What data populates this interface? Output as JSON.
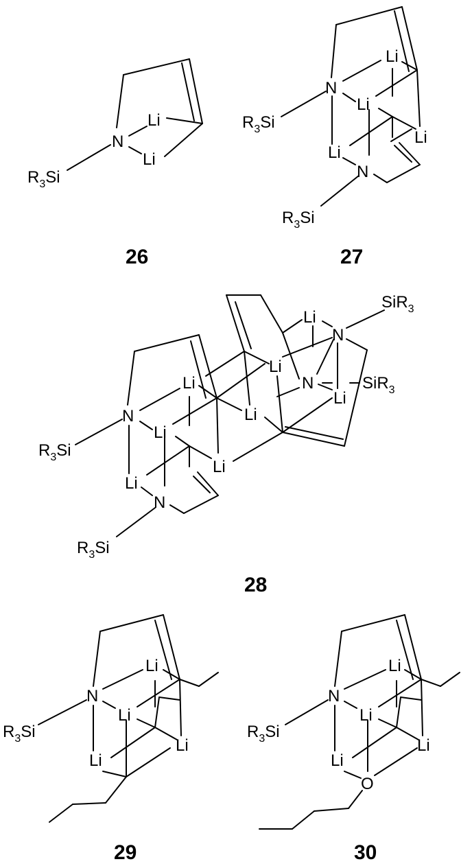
{
  "atoms": {
    "li": "Li",
    "n": "N",
    "o": "O",
    "r3si_left": "R",
    "r3si_left_sub": "3",
    "r3si_left_tail": "Si",
    "sir3_prefix": "SiR",
    "sir3_sub": "3"
  },
  "compounds": {
    "c26": "26",
    "c27": "27",
    "c28": "28",
    "c29": "29",
    "c30": "30"
  }
}
